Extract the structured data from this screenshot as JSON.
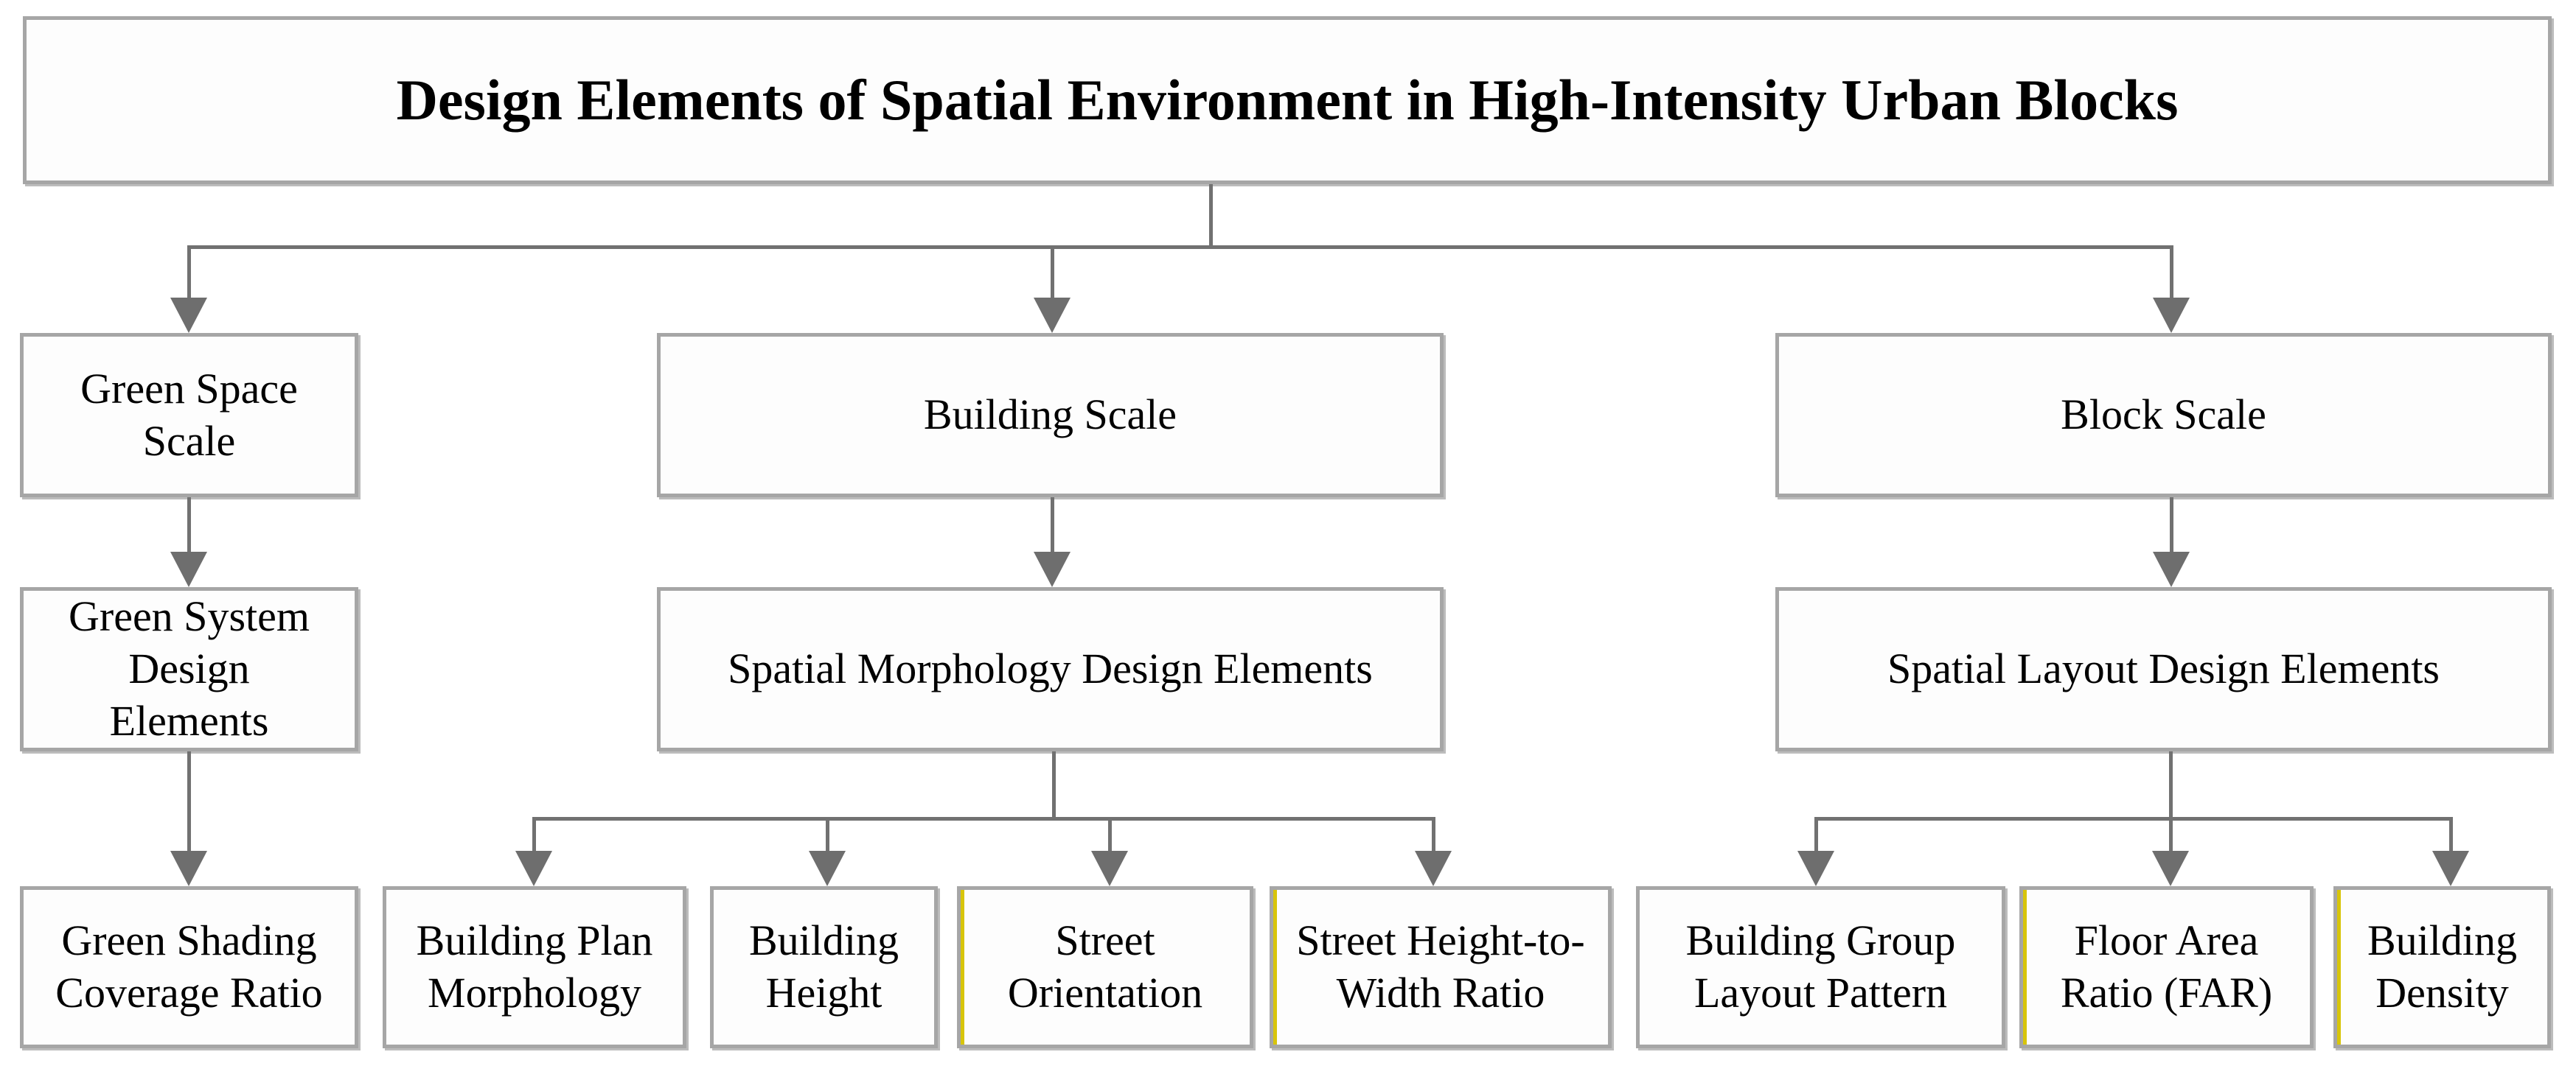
{
  "diagram": {
    "title": "Design Elements of Spatial Environment in High-Intensity Urban Blocks",
    "colors": {
      "connector_line": "#717171",
      "arrowhead": "#6e6e6e",
      "box_border": "#a6a6a6",
      "accent_yellow": "#d8c50a",
      "text": "#000000",
      "background": "#ffffff"
    },
    "levels": {
      "scales": [
        {
          "id": "green-space-scale",
          "label": "Green Space Scale"
        },
        {
          "id": "building-scale",
          "label": "Building Scale"
        },
        {
          "id": "block-scale",
          "label": "Block Scale"
        }
      ],
      "element_groups": [
        {
          "id": "green-system-design-elements",
          "label": "Green System Design Elements"
        },
        {
          "id": "spatial-morphology-design-elements",
          "label": "Spatial Morphology Design Elements"
        },
        {
          "id": "spatial-layout-design-elements",
          "label": "Spatial Layout Design Elements"
        }
      ],
      "design_elements": [
        {
          "id": "green-shading-coverage-ratio",
          "label": "Green Shading Coverage Ratio"
        },
        {
          "id": "building-plan-morphology",
          "label": "Building Plan Morphology"
        },
        {
          "id": "building-height",
          "label": "Building Height"
        },
        {
          "id": "street-orientation",
          "label": "Street Orientation"
        },
        {
          "id": "street-height-to-width-ratio",
          "label": "Street Height-to-Width Ratio"
        },
        {
          "id": "building-group-layout-pattern",
          "label": "Building Group Layout Pattern"
        },
        {
          "id": "floor-area-ratio-far",
          "label": "Floor Area Ratio (FAR)"
        },
        {
          "id": "building-density",
          "label": "Building Density"
        }
      ]
    }
  }
}
